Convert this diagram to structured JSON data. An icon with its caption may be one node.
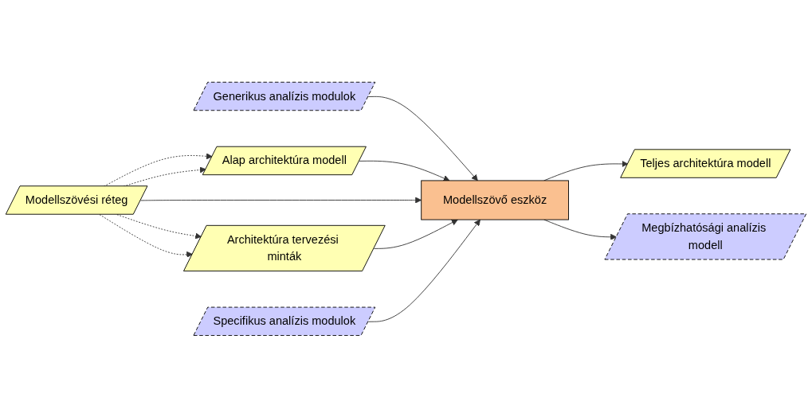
{
  "diagram": {
    "nodes": [
      {
        "text": [
          "Generikus analízis modulok"
        ]
      },
      {
        "text": [
          "Alap architektúra modell"
        ]
      },
      {
        "text": [
          "Modellszövési réteg"
        ]
      },
      {
        "text": [
          "Architektúra tervezési minták"
        ]
      },
      {
        "text": [
          "Specifikus analízis modulok"
        ]
      },
      {
        "text": [
          "Modellszövő eszköz"
        ]
      },
      {
        "text": [
          "Teljes architektúra modell"
        ]
      },
      {
        "text": [
          "Megbízhatósági analízis modell"
        ]
      }
    ],
    "edges": [
      {
        "from": 0,
        "to": 5,
        "arrow": "to"
      },
      {
        "from": 1,
        "to": 5,
        "arrow": "to"
      },
      {
        "from": 2,
        "to": 5,
        "arrow": "to"
      },
      {
        "from": 3,
        "to": 5,
        "arrow": "to"
      },
      {
        "from": 4,
        "to": 5,
        "arrow": "to"
      },
      {
        "from": 5,
        "to": 6,
        "arrow": "to"
      },
      {
        "from": 5,
        "to": 7,
        "arrow": "to"
      },
      {
        "from": 2,
        "to": 1,
        "arrow": "to",
        "style": "dashed"
      },
      {
        "from": 2,
        "to": 1,
        "arrow": "to",
        "style": "dashed"
      },
      {
        "from": 2,
        "to": 3,
        "arrow": "to",
        "style": "dashed"
      },
      {
        "from": 2,
        "to": 3,
        "arrow": "to",
        "style": "dashed"
      }
    ]
  }
}
